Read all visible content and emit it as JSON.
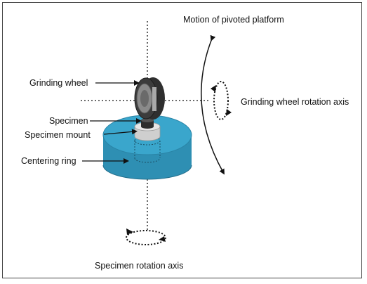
{
  "labels": {
    "platform_motion": "Motion of pivoted platform",
    "grinding_wheel": "Grinding wheel",
    "wheel_axis": "Grinding wheel rotation axis",
    "specimen": "Specimen",
    "specimen_mount": "Specimen mount",
    "centering_ring": "Centering ring",
    "specimen_axis": "Specimen rotation axis"
  },
  "colors": {
    "ring": "#2e8fb3",
    "ring_top": "#3aa6cc",
    "mount": "#d9d9d9",
    "wheel": "#3c3c3c",
    "wheel_face": "#8a8a8a",
    "line": "#111111"
  }
}
